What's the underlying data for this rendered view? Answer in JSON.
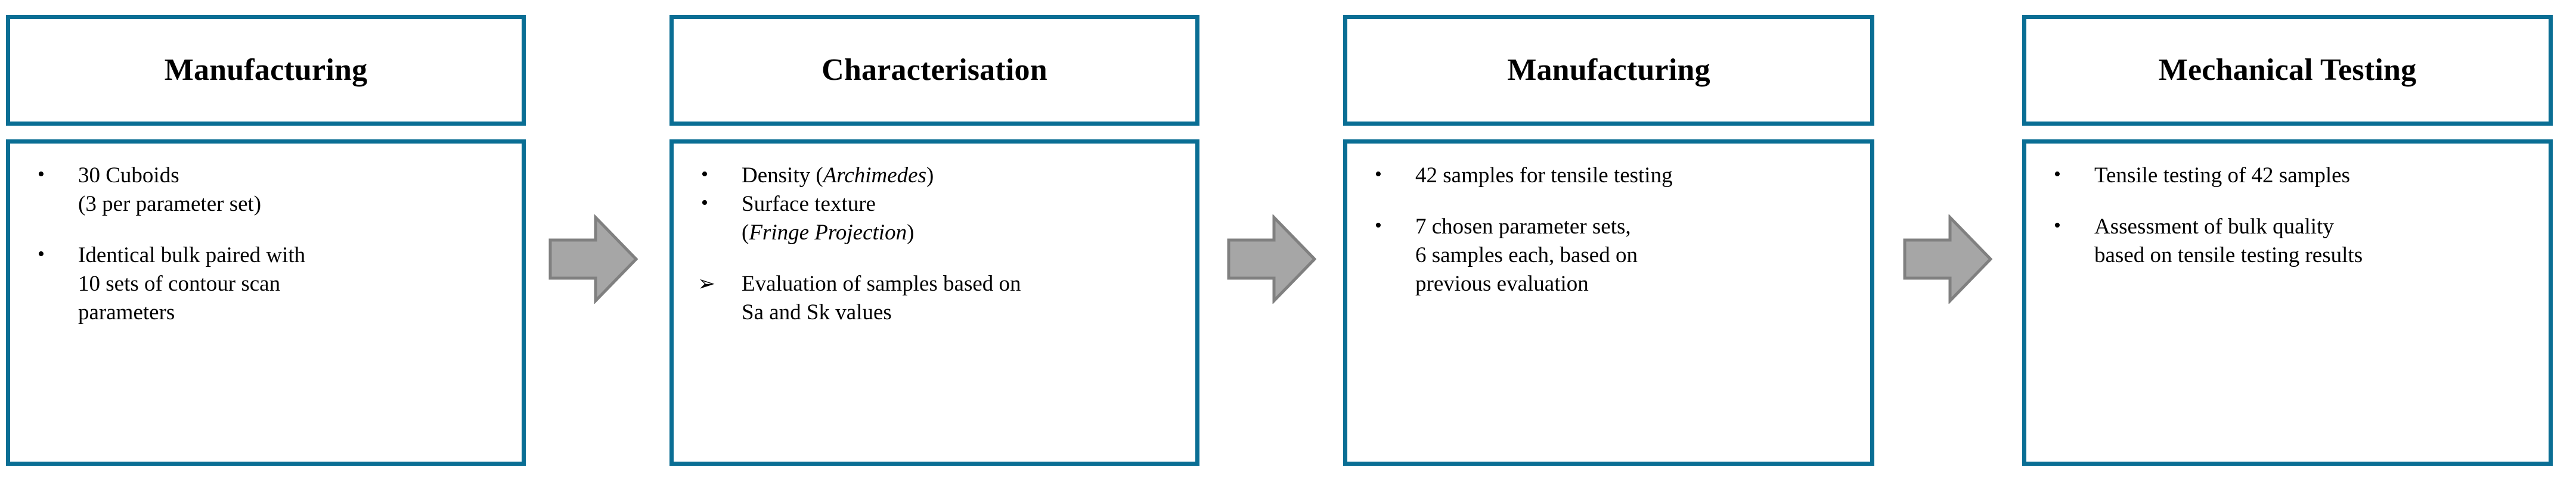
{
  "theme": {
    "box_border_color": "#0a6e94",
    "arrow_fill_color": "#a6a6a6",
    "arrow_stroke_color": "#808080",
    "text_color": "#000000",
    "background_color": "#ffffff"
  },
  "stages": [
    {
      "title": "Manufacturing",
      "bullets": [
        {
          "marker": "•",
          "text": " 30 Cuboids\n(3 per parameter set)",
          "spaced": false
        },
        {
          "marker": "•",
          "text": "Identical bulk paired with\n10 sets of contour scan\nparameters",
          "spaced": true
        }
      ]
    },
    {
      "title": "Characterisation",
      "bullets": [
        {
          "marker": "•",
          "text_html": "Density (<em>Archimedes</em>)",
          "spaced": false
        },
        {
          "marker": "•",
          "text_html": "Surface texture<br>(<em>Fringe Projection</em>)",
          "spaced": false
        },
        {
          "marker": "➢",
          "text_html": "Evaluation of samples based on<br>Sa and Sk values",
          "spaced": true
        }
      ]
    },
    {
      "title": "Manufacturing",
      "bullets": [
        {
          "marker": "•",
          "text": "42 samples for tensile testing",
          "spaced": false
        },
        {
          "marker": "•",
          "text": " 7 chosen parameter sets,\n6 samples each, based on\nprevious evaluation",
          "spaced": true
        }
      ]
    },
    {
      "title": "Mechanical Testing",
      "bullets": [
        {
          "marker": "•",
          "text": "Tensile testing of 42 samples",
          "spaced": false
        },
        {
          "marker": "•",
          "text": "Assessment of bulk quality\nbased on tensile testing results",
          "spaced": true
        }
      ]
    }
  ],
  "connectors": [
    {
      "name": "arrow-stage-1-to-2",
      "direction": "right"
    },
    {
      "name": "arrow-stage-2-to-3",
      "direction": "right"
    },
    {
      "name": "arrow-stage-3-to-4",
      "direction": "right"
    }
  ]
}
